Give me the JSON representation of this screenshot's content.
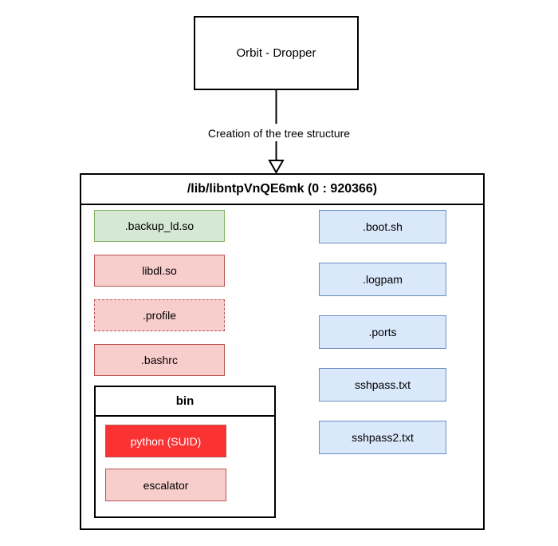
{
  "diagram": {
    "type": "tree-structure",
    "dropper": {
      "label": "Orbit - Dropper"
    },
    "edge": {
      "label": "Creation of the tree structure",
      "arrowhead": "hollow-triangle-down"
    },
    "container": {
      "title": "/lib/libntpVnQE6mk (0 : 920366)",
      "left_column": [
        {
          "label": ".backup_ld.so",
          "style": "green",
          "fill": "#d5e8d4",
          "border": "#82b366"
        },
        {
          "label": "libdl.so",
          "style": "red",
          "fill": "#f8cecc",
          "border": "#b85450"
        },
        {
          "label": ".profile",
          "style": "red-dashed",
          "fill": "#f8cecc",
          "border": "#b85450"
        },
        {
          "label": ".bashrc",
          "style": "red",
          "fill": "#f8cecc",
          "border": "#b85450"
        }
      ],
      "right_column": [
        {
          "label": ".boot.sh",
          "style": "blue",
          "fill": "#dae8fc",
          "border": "#6c8ebf"
        },
        {
          "label": ".logpam",
          "style": "blue",
          "fill": "#dae8fc",
          "border": "#6c8ebf"
        },
        {
          "label": ".ports",
          "style": "blue",
          "fill": "#dae8fc",
          "border": "#6c8ebf"
        },
        {
          "label": "sshpass.txt",
          "style": "blue",
          "fill": "#dae8fc",
          "border": "#6c8ebf"
        },
        {
          "label": "sshpass2.txt",
          "style": "blue",
          "fill": "#dae8fc",
          "border": "#6c8ebf"
        }
      ],
      "bin": {
        "title": "bin",
        "items": [
          {
            "label": "python (SUID)",
            "style": "red-solid-bright",
            "fill": "#fa3232",
            "border": "#b85450",
            "text_color": "#ffffff"
          },
          {
            "label": "escalator",
            "style": "red",
            "fill": "#f8cecc",
            "border": "#b85450"
          }
        ]
      },
      "internal_link": {
        "from": ".profile",
        "to": ".bashrc",
        "style": "dashed",
        "arrowhead": "hollow-triangle-left"
      }
    }
  }
}
